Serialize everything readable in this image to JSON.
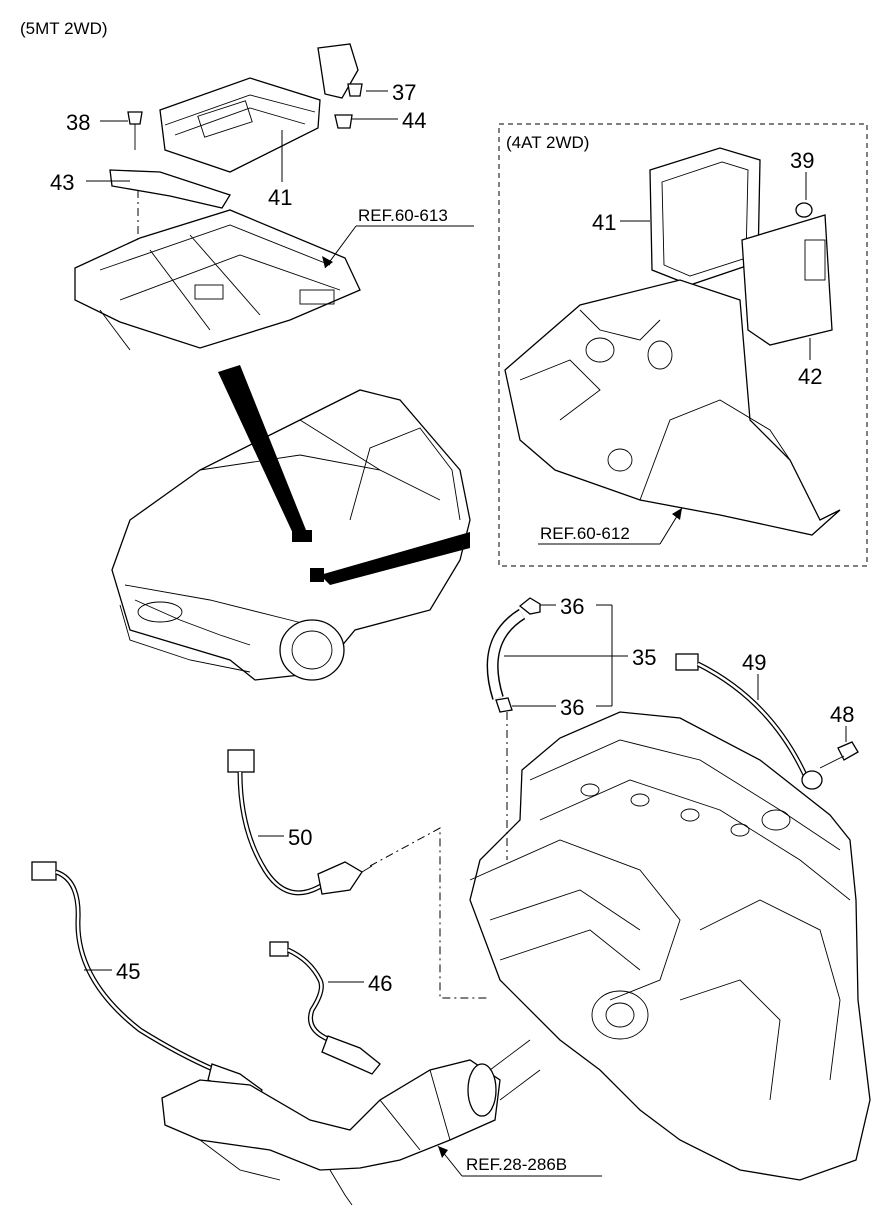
{
  "header": {
    "variant_5mt": "(5MT 2WD)",
    "variant_4at": "(4AT 2WD)"
  },
  "references": {
    "ref_613": "REF.60-613",
    "ref_612": "REF.60-612",
    "ref_286b": "REF.28-286B"
  },
  "callouts": {
    "c35": "35",
    "c36a": "36",
    "c36b": "36",
    "c37": "37",
    "c38": "38",
    "c39": "39",
    "c41a": "41",
    "c41b": "41",
    "c42": "42",
    "c43": "43",
    "c44": "44",
    "c45": "45",
    "c46": "46",
    "c48": "48",
    "c49": "49",
    "c50": "50"
  }
}
